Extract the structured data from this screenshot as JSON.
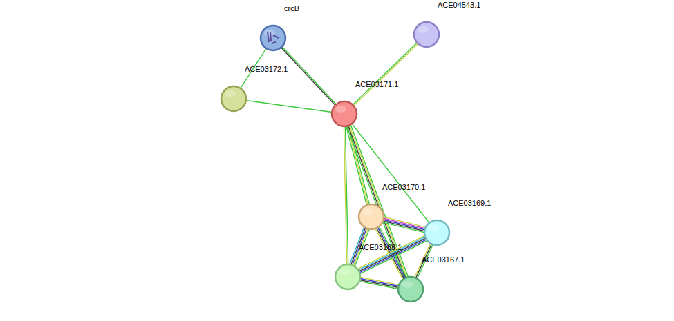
{
  "diagram": {
    "nodes": [
      {
        "text": [
          "crcB"
        ]
      },
      {
        "text": [
          "ACE04543.1"
        ]
      },
      {
        "text": [
          "ACE03172.1"
        ]
      },
      {
        "text": [
          "ACE03171.1"
        ]
      },
      {
        "text": [
          "ACE03170.1"
        ]
      },
      {
        "text": [
          "ACE03169.1"
        ]
      },
      {
        "text": [
          "ACE03168.1"
        ]
      },
      {
        "text": [
          "ACE03167.1"
        ]
      }
    ],
    "edges": [
      {
        "from": 0,
        "to": 2,
        "arrow": "none"
      },
      {
        "from": 0,
        "to": 3,
        "arrow": "none"
      },
      {
        "from": 2,
        "to": 3,
        "arrow": "none"
      },
      {
        "from": 1,
        "to": 3,
        "arrow": "none"
      },
      {
        "from": 3,
        "to": 4,
        "arrow": "none"
      },
      {
        "from": 3,
        "to": 5,
        "arrow": "none"
      },
      {
        "from": 3,
        "to": 6,
        "arrow": "none"
      },
      {
        "from": 3,
        "to": 7,
        "arrow": "none"
      },
      {
        "from": 4,
        "to": 5,
        "arrow": "none"
      },
      {
        "from": 4,
        "to": 6,
        "arrow": "none"
      },
      {
        "from": 4,
        "to": 7,
        "arrow": "none"
      },
      {
        "from": 5,
        "to": 6,
        "arrow": "none"
      },
      {
        "from": 5,
        "to": 7,
        "arrow": "none"
      },
      {
        "from": 6,
        "to": 7,
        "arrow": "none"
      }
    ]
  }
}
